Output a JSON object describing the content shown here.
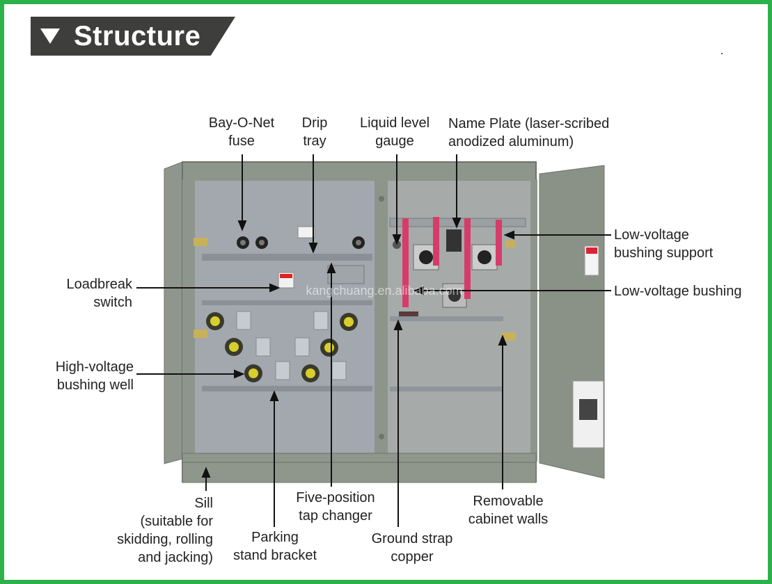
{
  "banner": {
    "title": "Structure",
    "icon": "down-triangle-icon"
  },
  "colors": {
    "frame": "#2db14a",
    "banner": "#3e3f3d",
    "cabinet": "#8c9389",
    "interior": "#a3aab1",
    "strap": "#d63c6a",
    "bushing": "#d8cf2c"
  },
  "labels": {
    "bay_o_net": [
      "Bay-O-Net",
      "fuse"
    ],
    "drip_tray": [
      "Drip",
      "tray"
    ],
    "liquid_level": [
      "Liquid level",
      "gauge"
    ],
    "name_plate": [
      "Name Plate (laser-scribed",
      "anodized aluminum)"
    ],
    "lv_support": [
      "Low-voltage",
      "bushing support"
    ],
    "lv_bushing": [
      "Low-voltage bushing"
    ],
    "loadbreak": [
      "Loadbreak",
      "switch"
    ],
    "hv_well": [
      "High-voltage",
      "bushing well"
    ],
    "sill": [
      "Sill",
      "(suitable for",
      "skidding, rolling",
      "and jacking)"
    ],
    "parking": [
      "Parking",
      "stand bracket"
    ],
    "tap_changer": [
      "Five-position",
      "tap changer"
    ],
    "ground_strap": [
      "Ground strap",
      "copper"
    ],
    "removable": [
      "Removable",
      "cabinet walls"
    ]
  },
  "watermark": "kangchuang.en.alibaba.com"
}
